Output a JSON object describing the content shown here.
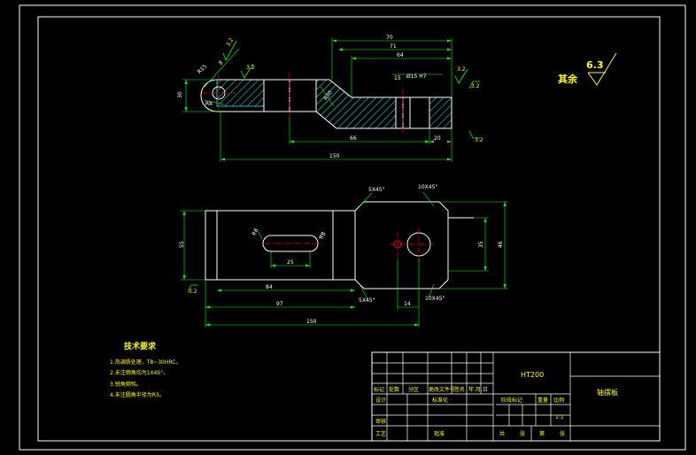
{
  "views": {
    "front_dims": {
      "d_70": "70",
      "d_71": "71",
      "d_64": "64",
      "d_15": "15",
      "d_hole": "Ø15 H7",
      "d_66": "66",
      "d_20": "20",
      "d_150": "150",
      "d_30": "30",
      "d_r15": "R15",
      "d_r8": "R8",
      "d_8": "8",
      "d_r30": "R30"
    },
    "top_dims": {
      "chamfer_a": "5X45°",
      "chamfer_b": "10X45°",
      "chamfer_c": "5X45°",
      "chamfer_d": "10X45°",
      "d_slot_r_left": "R8",
      "d_slot_r_right": "R8",
      "d_25": "25",
      "d_84": "84",
      "d_97": "97",
      "d_150": "150",
      "d_14": "14",
      "d_55": "55",
      "d_35": "35",
      "d_46": "46"
    },
    "roughness": {
      "r1": "3.2",
      "r2": "3.2",
      "r3": "3.2",
      "r4": "3.2",
      "r5": "3.2",
      "r6": "3.2",
      "other_label": "其余",
      "other_value": "6.3"
    }
  },
  "tech_notes": {
    "title": "技术要求",
    "items": [
      "1.热调质处理，T8~30HRC。",
      "2.未注倒角均为1X45°。",
      "3.锐角倒钝。",
      "4.未注圆角半径为R3。"
    ]
  },
  "title_block": {
    "material": "HT200",
    "part_name": "轴摆板",
    "rev_headers": [
      "标记",
      "处数",
      "分区",
      "更改文件号",
      "签名",
      "年.月.日"
    ],
    "design": "设计",
    "standard": "标准化",
    "review": "审核",
    "process": "工艺",
    "approve": "批准",
    "stage_label": "阶段标记",
    "weight_label": "重量",
    "scale_label": "比例",
    "scale_value": "1:1",
    "sheets": [
      "共",
      "张",
      "第",
      "张"
    ]
  },
  "colors": {
    "frame": "#ffffff",
    "outline": "#ffffff",
    "dimension": "#00ff00",
    "hatch": "#00ffff",
    "centerline": "#ff0000",
    "annotation": "#ffff00"
  }
}
